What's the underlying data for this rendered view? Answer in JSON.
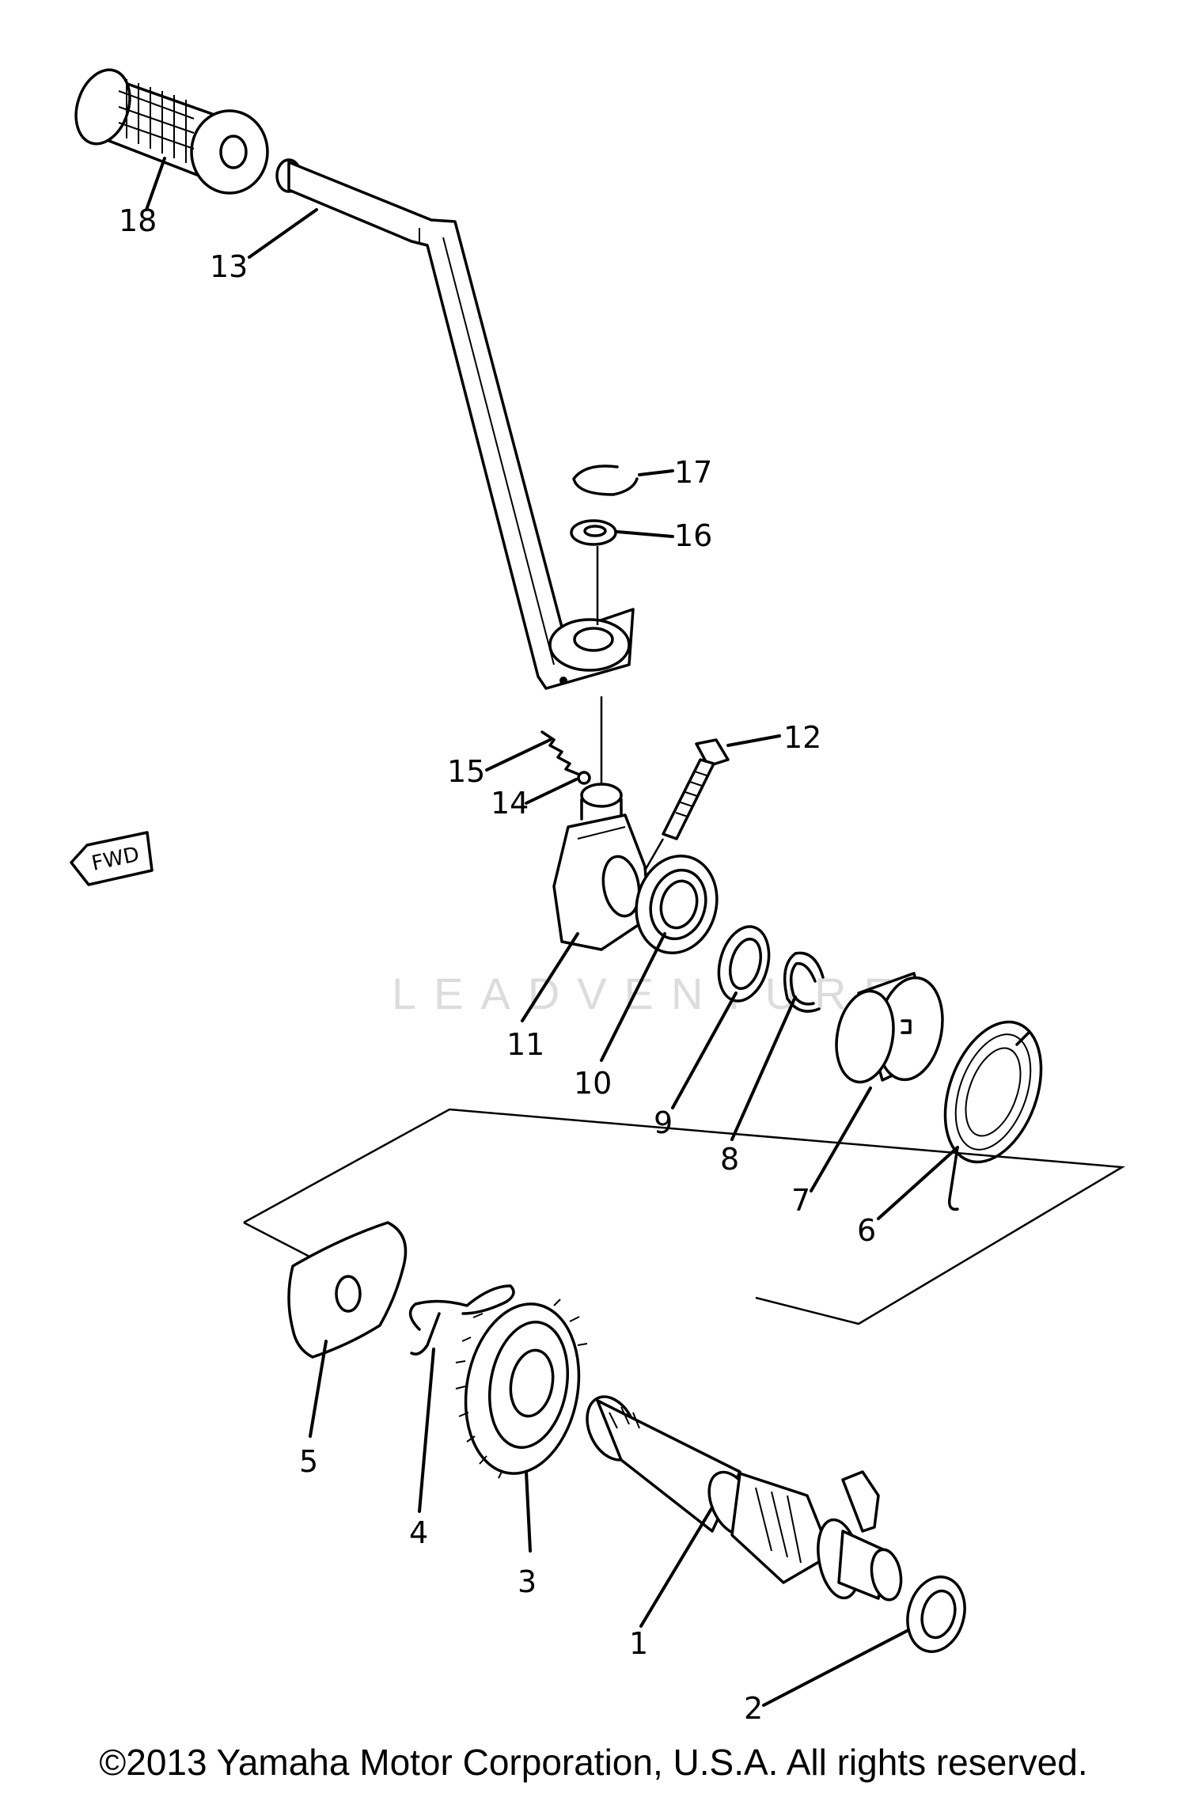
{
  "watermark": "LEADVENTURE",
  "fwd_label": "FWD",
  "copyright": "©2013 Yamaha Motor Corporation, U.S.A. All rights reserved.",
  "callouts": [
    {
      "id": "1",
      "label": "1"
    },
    {
      "id": "2",
      "label": "2"
    },
    {
      "id": "3",
      "label": "3"
    },
    {
      "id": "4",
      "label": "4"
    },
    {
      "id": "5",
      "label": "5"
    },
    {
      "id": "6",
      "label": "6"
    },
    {
      "id": "7",
      "label": "7"
    },
    {
      "id": "8",
      "label": "8"
    },
    {
      "id": "9",
      "label": "9"
    },
    {
      "id": "10",
      "label": "10"
    },
    {
      "id": "11",
      "label": "11"
    },
    {
      "id": "12",
      "label": "12"
    },
    {
      "id": "13",
      "label": "13"
    },
    {
      "id": "14",
      "label": "14"
    },
    {
      "id": "15",
      "label": "15"
    },
    {
      "id": "16",
      "label": "16"
    },
    {
      "id": "17",
      "label": "17"
    },
    {
      "id": "18",
      "label": "18"
    }
  ]
}
